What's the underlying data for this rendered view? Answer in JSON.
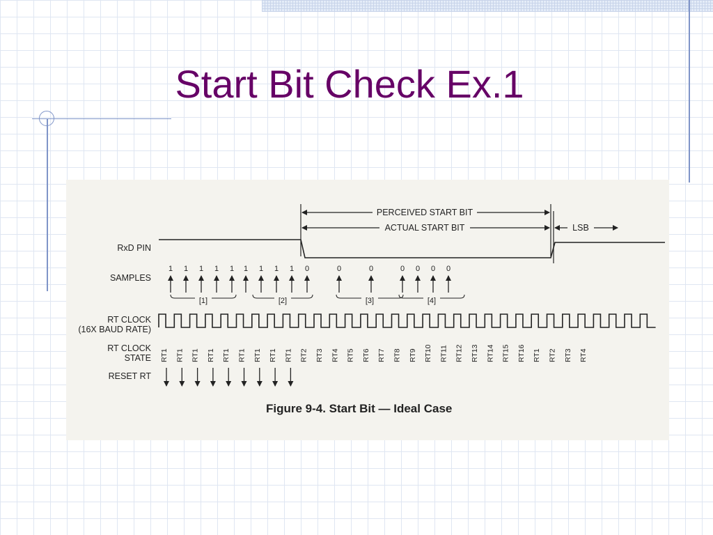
{
  "slide": {
    "title": "Start Bit Check Ex.1"
  },
  "figure": {
    "caption": "Figure 9-4. Start Bit — Ideal Case",
    "labels": {
      "rxd_pin": "RxD PIN",
      "samples": "SAMPLES",
      "rt_clock": "RT CLOCK",
      "baud_rate": "(16X BAUD RATE)",
      "rt_clock_2": "RT CLOCK",
      "state": "STATE",
      "reset_rt": "RESET RT"
    },
    "annotations": {
      "perceived_start_bit": "PERCEIVED START BIT",
      "actual_start_bit": "ACTUAL START BIT",
      "lsb": "LSB"
    },
    "sample_groups": [
      "[1]",
      "[2]",
      "[3]",
      "[4]"
    ],
    "samples": [
      "1",
      "1",
      "1",
      "1",
      "1",
      "1",
      "1",
      "1",
      "1",
      "0",
      "0",
      "0",
      "0",
      "0",
      "0",
      "0"
    ],
    "rt_states": [
      "RT1",
      "RT1",
      "RT1",
      "RT1",
      "RT1",
      "RT1",
      "RT1",
      "RT1",
      "RT1",
      "RT2",
      "RT3",
      "RT4",
      "RT5",
      "RT6",
      "RT7",
      "RT8",
      "RT9",
      "RT10",
      "RT11",
      "RT12",
      "RT13",
      "RT14",
      "RT15",
      "RT16",
      "RT1",
      "RT2",
      "RT3",
      "RT4"
    ]
  },
  "colors": {
    "title": "#660066",
    "grid": "#dfe6f2",
    "accent_line": "#7f94c8",
    "ink": "#222222"
  }
}
